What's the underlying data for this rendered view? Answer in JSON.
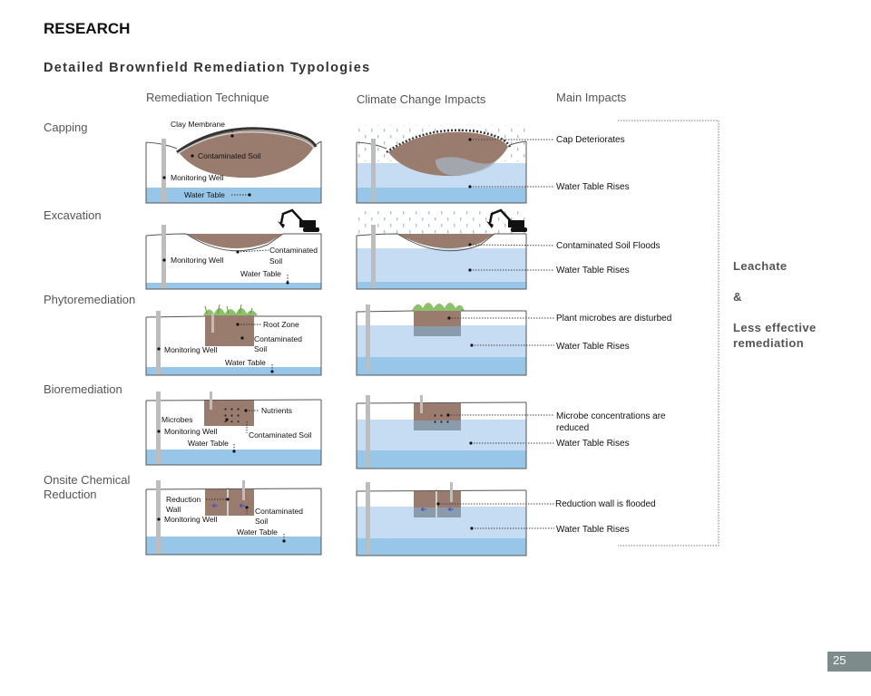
{
  "header": {
    "title": "RESEARCH",
    "subtitle": "Detailed Brownfield Remediation Typologies"
  },
  "columns": {
    "technique": "Remediation Technique",
    "climate": "Climate Change Impacts",
    "impacts": "Main Impacts"
  },
  "rows": [
    {
      "name": "Capping",
      "labels": [
        "Clay Membrane",
        "Contaminated Soil",
        "Monitoring Well",
        "Water Table"
      ],
      "impacts": [
        "Cap Deteriorates",
        "Water Table Rises"
      ]
    },
    {
      "name": "Excavation",
      "labels": [
        "Contaminated",
        "Soil",
        "Monitoring Well",
        "Water Table"
      ],
      "impacts": [
        "Contaminated Soil Floods",
        "Water Table Rises"
      ]
    },
    {
      "name": "Phytoremediation",
      "labels": [
        "Root Zone",
        "Contaminated",
        "Soil",
        "Monitoring Well",
        "Water Table"
      ],
      "impacts": [
        "Plant microbes are disturbed",
        "Water Table Rises"
      ]
    },
    {
      "name": "Bioremediation",
      "labels": [
        "Nutrients",
        "Microbes",
        "Monitoring Well",
        "Contaminated Soil",
        "Water Table"
      ],
      "impacts": [
        "Microbe concentrations are",
        "reduced",
        "Water Table Rises"
      ]
    },
    {
      "name_line1": "Onsite Chemical",
      "name_line2": "Reduction",
      "labels": [
        "Reduction",
        "Wall",
        "Monitoring Well",
        "Contaminated",
        "Soil",
        "Water Table"
      ],
      "impacts": [
        "Reduction wall is flooded",
        "Water Table Rises"
      ]
    }
  ],
  "summary": {
    "line1": "Leachate",
    "line2": "&",
    "line3": "Less effective",
    "line4": "remediation"
  },
  "page_number": "25",
  "colors": {
    "soil": "#9a7c6e",
    "water": "#97c6e8",
    "water_raised": "#c6dcf2",
    "well": "#bdbdbd",
    "rain": "#aac4dc",
    "grass": "#8cc06a"
  }
}
